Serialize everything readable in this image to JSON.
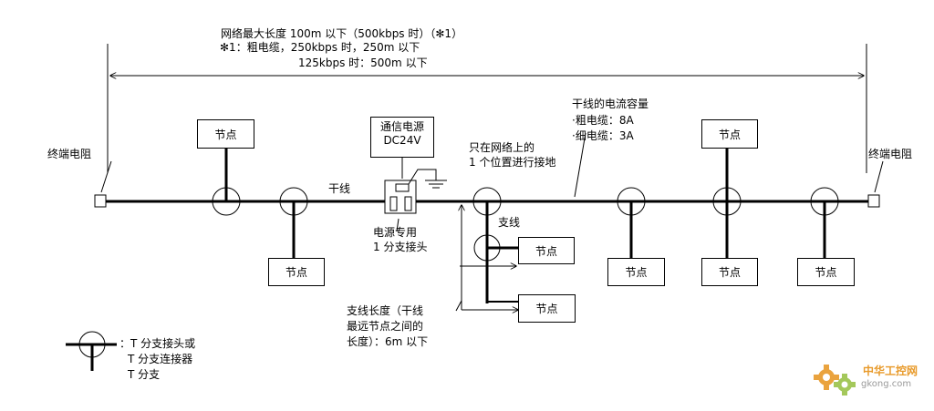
{
  "header": {
    "line1": "网络最大长度 100m 以下（500kbps 时）（✻1）",
    "line2": "✻1：粗电缆，250kbps 时，250m 以下",
    "line3": "125kbps 时：500m 以下"
  },
  "terminator_left": "终端电阻",
  "terminator_right": "终端电阻",
  "trunk_label": "干线",
  "drop_label": "支线",
  "node_label": "节点",
  "psu": {
    "line1": "通信电源",
    "line2": "DC24V"
  },
  "ground": {
    "line1": "只在网络上的",
    "line2": "1 个位置进行接地"
  },
  "tap": {
    "line1": "电源专用",
    "line2": "1 分支接头"
  },
  "capacity": {
    "title": "干线的电流容量",
    "thick": "·粗电缆：8A",
    "thin": "·细电缆：3A"
  },
  "drop_length": {
    "line1": "支线长度（干线",
    "line2": "最远节点之间的",
    "line3": "长度）：6m 以下"
  },
  "legend": {
    "line1": "：T 分支接头或",
    "line2": "T 分支连接器",
    "line3": "T 分支"
  },
  "watermark": {
    "name": "中华工控网",
    "url": "gkong.com",
    "icon": "gear-icon",
    "color": "#e89a2a"
  }
}
